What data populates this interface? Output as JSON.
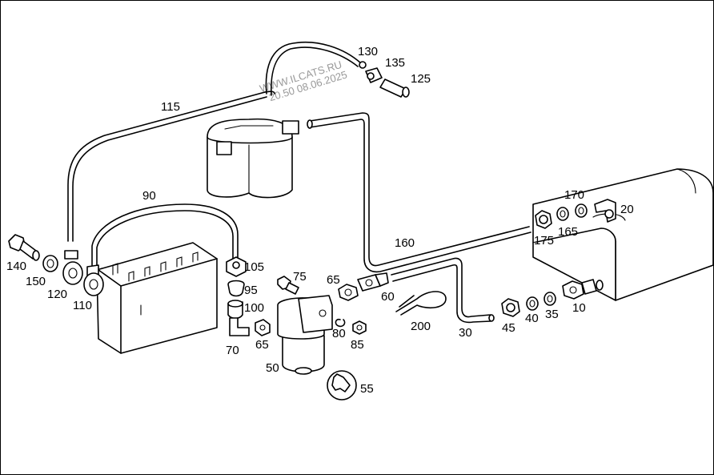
{
  "watermark": {
    "line1": "WWW.ILCATS.RU",
    "line2": "20.50 08.06.2025"
  },
  "labels": {
    "p10": "10",
    "p20": "20",
    "p30": "30",
    "p35": "35",
    "p40": "40",
    "p45": "45",
    "p50": "50",
    "p55": "55",
    "p60": "60",
    "p65a": "65",
    "p65b": "65",
    "p70": "70",
    "p75": "75",
    "p80": "80",
    "p85": "85",
    "p90": "90",
    "p95": "95",
    "p100": "100",
    "p105": "105",
    "p110": "110",
    "p115": "115",
    "p120": "120",
    "p125": "125",
    "p130": "130",
    "p135": "135",
    "p140": "140",
    "p150": "150",
    "p160": "160",
    "p165": "165",
    "p170": "170",
    "p175": "175",
    "p200": "200"
  },
  "colors": {
    "line": "#000000",
    "background": "#ffffff",
    "watermark": "#9a9a9a"
  }
}
